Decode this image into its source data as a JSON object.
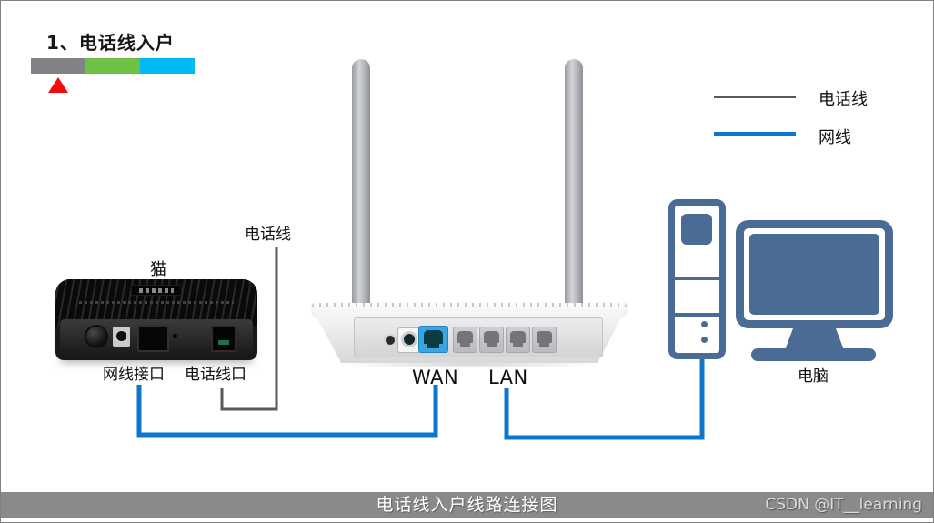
{
  "header": {
    "step_title": "1、电话线入户",
    "progress": {
      "segments": [
        {
          "name": "step-current",
          "color": "#808285"
        },
        {
          "name": "step-2",
          "color": "#6fc044"
        },
        {
          "name": "step-3",
          "color": "#00b9f2"
        }
      ],
      "marker_color": "#f20d0d"
    }
  },
  "legend": {
    "items": [
      {
        "label": "电话线",
        "color": "#58595b"
      },
      {
        "label": "网线",
        "color": "#0b76cf"
      }
    ]
  },
  "diagram": {
    "modem": {
      "title": "猫",
      "network_port_label": "网线接口",
      "phone_port_label": "电话线口"
    },
    "phone_line_label": "电话线",
    "router": {
      "wan_label": "WAN",
      "lan_label": "LAN"
    },
    "computer": {
      "label": "电脑"
    }
  },
  "footer": {
    "caption": "电话线入户线路连接图",
    "watermark": "CSDN @IT__learning",
    "bar_color": "#8a8a8a"
  },
  "colors": {
    "phone_line": "#58595b",
    "network_cable": "#0b76cf",
    "computer_blue": "#4a6b94",
    "wan_port": "#38a6e3"
  }
}
